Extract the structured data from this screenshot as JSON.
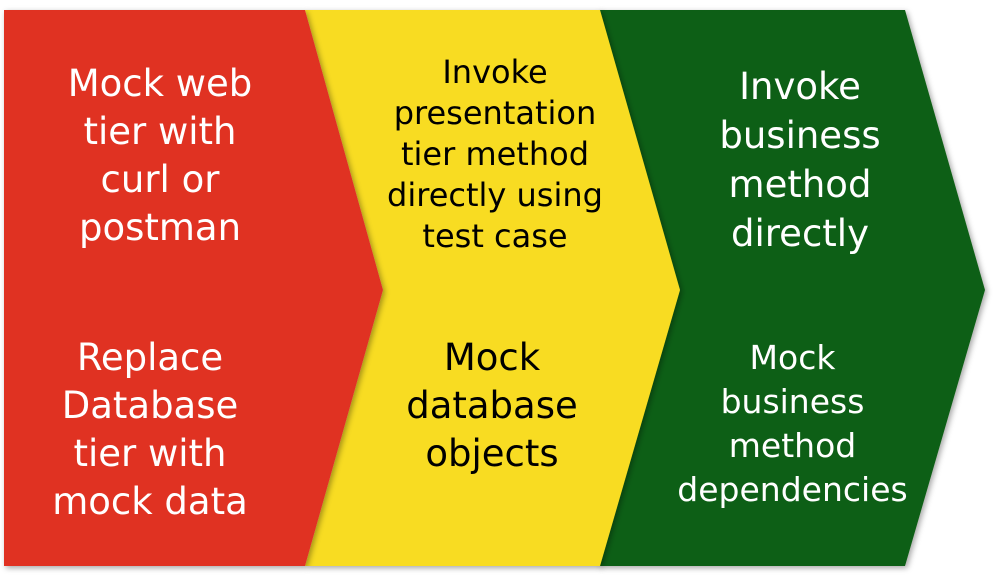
{
  "colors": {
    "red": "#e03224",
    "yellow": "#f8dc22",
    "green": "#115f12"
  },
  "stages": [
    {
      "top": "Mock web\ntier with\ncurl or\npostman",
      "bottom": "Replace\nDatabase\ntier with\nmock data"
    },
    {
      "top": "Invoke\npresentation\ntier method\ndirectly using\ntest case",
      "bottom": "Mock\ndatabase\nobjects"
    },
    {
      "top": "Invoke\nbusiness\nmethod\ndirectly",
      "bottom": "Mock\nbusiness\nmethod\ndependencies"
    }
  ]
}
